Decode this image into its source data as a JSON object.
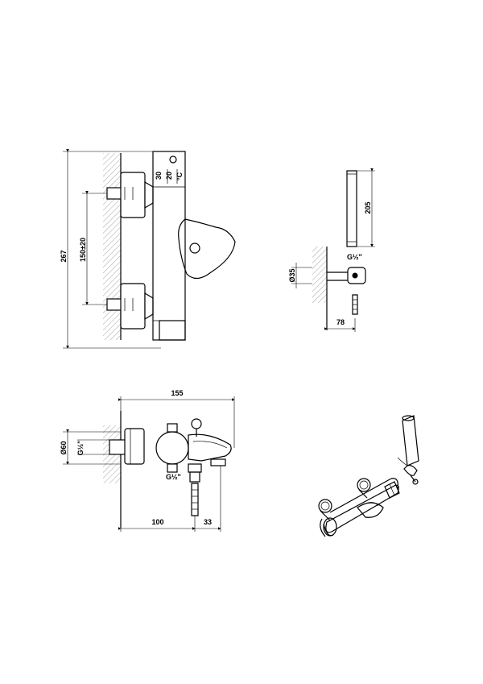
{
  "front_view": {
    "height_total": "267",
    "inlet_spacing": "150±20",
    "temp_low": "30",
    "temp_high": "20",
    "temp_unit": "°C"
  },
  "hand_shower_view": {
    "shower_length": "205",
    "connection": "G½\"",
    "holder_diameter": "Ø35",
    "holder_offset": "78"
  },
  "side_view": {
    "total_depth": "155",
    "body_diameter": "Ø60",
    "inlet_thread": "G½\"",
    "outlet_thread": "G½\"",
    "depth_to_outlet": "100",
    "outlet_offset": "33"
  }
}
